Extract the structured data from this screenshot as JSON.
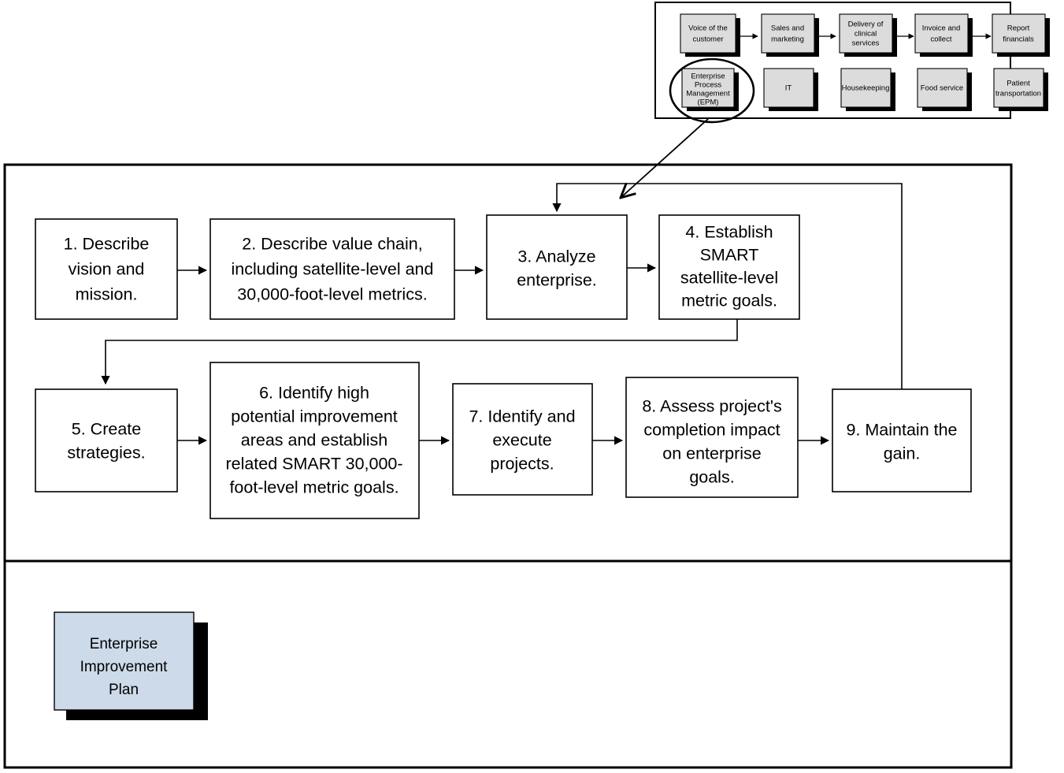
{
  "diagram": {
    "title": "Enterprise Improvement Plan flowchart",
    "colors": {
      "value_chain_box_fill": "#dcdcdc",
      "plan_box_fill": "#ccdaea",
      "shadow": "#000000",
      "stroke": "#000000",
      "background": "#ffffff"
    }
  },
  "value_chain_panel": {
    "row1": [
      {
        "id": "voice-of-the-customer",
        "lines": [
          "Voice of the",
          "customer"
        ]
      },
      {
        "id": "sales-and-marketing",
        "lines": [
          "Sales and",
          "marketing"
        ]
      },
      {
        "id": "delivery-of-clinical-services",
        "lines": [
          "Delivery of",
          "clinical",
          "services"
        ]
      },
      {
        "id": "invoice-and-collect",
        "lines": [
          "Invoice and",
          "collect"
        ]
      },
      {
        "id": "report-financials",
        "lines": [
          "Report",
          "financials"
        ]
      }
    ],
    "row2": [
      {
        "id": "enterprise-process-management",
        "lines": [
          "Enterprise",
          "Process",
          "Management",
          "(EPM)"
        ],
        "highlighted": true
      },
      {
        "id": "it",
        "lines": [
          "IT"
        ]
      },
      {
        "id": "housekeeping",
        "lines": [
          "Housekeeping"
        ]
      },
      {
        "id": "food-service",
        "lines": [
          "Food service"
        ]
      },
      {
        "id": "patient-transportation",
        "lines": [
          "Patient",
          "transportation"
        ]
      }
    ]
  },
  "steps": [
    {
      "id": "step-1",
      "number": "1.",
      "lines": [
        "1. Describe",
        "vision and",
        "mission."
      ]
    },
    {
      "id": "step-2",
      "number": "2.",
      "lines": [
        "2. Describe value chain,",
        "including satellite-level and",
        "30,000-foot-level metrics."
      ]
    },
    {
      "id": "step-3",
      "number": "3.",
      "lines": [
        "3. Analyze",
        "enterprise."
      ]
    },
    {
      "id": "step-4",
      "number": "4.",
      "lines": [
        "4. Establish",
        "SMART",
        "satellite-level",
        "metric goals."
      ]
    },
    {
      "id": "step-5",
      "number": "5.",
      "lines": [
        "5. Create",
        "strategies."
      ]
    },
    {
      "id": "step-6",
      "number": "6.",
      "lines": [
        "6. Identify high",
        "potential improvement",
        "areas and establish",
        "related SMART 30,000-",
        "foot-level metric goals."
      ]
    },
    {
      "id": "step-7",
      "number": "7.",
      "lines": [
        "7. Identify and",
        "execute",
        "projects."
      ]
    },
    {
      "id": "step-8",
      "number": "8.",
      "lines": [
        "8. Assess project's",
        "completion impact",
        "on enterprise",
        "goals."
      ]
    },
    {
      "id": "step-9",
      "number": "9.",
      "lines": [
        "9. Maintain the",
        "gain."
      ]
    }
  ],
  "plan_panel": {
    "plan_box": {
      "id": "enterprise-improvement-plan",
      "lines": [
        "Enterprise",
        "Improvement",
        "Plan"
      ]
    }
  }
}
